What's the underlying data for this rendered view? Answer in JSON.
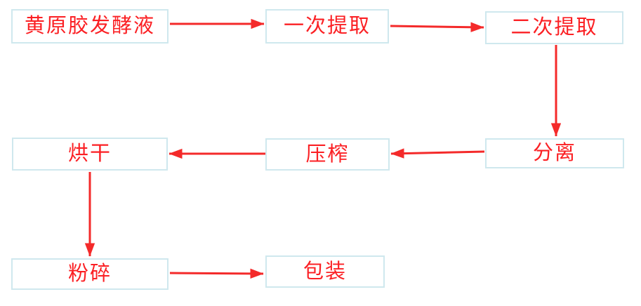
{
  "diagram": {
    "type": "flowchart",
    "description": "Xanthan gum production process flow",
    "colors": {
      "background": "#ffffff",
      "box_border": "#cfe8ee",
      "box_fill": "#ffffff",
      "text": "#fb2024",
      "arrow": "#f42a2a"
    },
    "nodes": [
      {
        "id": "fermentation",
        "label": "黄原胶发酵液"
      },
      {
        "id": "first-extraction",
        "label": "一次提取"
      },
      {
        "id": "second-extraction",
        "label": "二次提取"
      },
      {
        "id": "separation",
        "label": "分离"
      },
      {
        "id": "pressing",
        "label": "压榨"
      },
      {
        "id": "drying",
        "label": "烘干"
      },
      {
        "id": "crushing",
        "label": "粉碎"
      },
      {
        "id": "packaging",
        "label": "包装"
      }
    ],
    "edges": [
      {
        "from": "fermentation",
        "to": "first-extraction",
        "direction": "right"
      },
      {
        "from": "first-extraction",
        "to": "second-extraction",
        "direction": "right"
      },
      {
        "from": "second-extraction",
        "to": "separation",
        "direction": "down"
      },
      {
        "from": "separation",
        "to": "pressing",
        "direction": "left"
      },
      {
        "from": "pressing",
        "to": "drying",
        "direction": "left"
      },
      {
        "from": "drying",
        "to": "crushing",
        "direction": "down"
      },
      {
        "from": "crushing",
        "to": "packaging",
        "direction": "right"
      }
    ]
  }
}
